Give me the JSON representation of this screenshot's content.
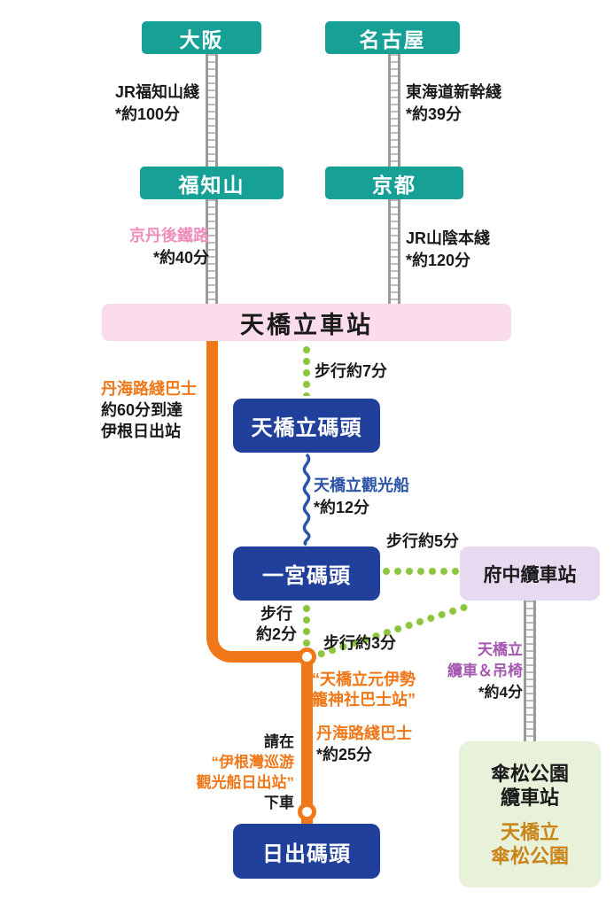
{
  "colors": {
    "teal_station": "#17a096",
    "blue_pier": "#20409c",
    "pink_station_bar": "#fbdcea",
    "purple_ropeway_box": "#e7d9f0",
    "green_park_box": "#e8f1d9",
    "orange_bus_route": "#f07818",
    "green_walk_dots": "#8cc63e",
    "boat_line_blue": "#2b53a8",
    "pink_text": "#ef8dbb",
    "purple_text": "#a558b0",
    "gold_text": "#c9841a",
    "rail_grey": "#9a9a9a"
  },
  "stations": {
    "osaka": "大阪",
    "nagoya": "名古屋",
    "fukuchiyama": "福知山",
    "kyoto": "京都",
    "amanohashidate_station": "天橋立車站",
    "amanohashidate_pier": "天橋立碼頭",
    "ichinomiya_pier": "一宮碼頭",
    "fuchu_ropeway_station": "府中纜車站",
    "hinode_pier": "日出碼頭",
    "kasamatsu_ropeway_station": {
      "line1": "傘松公園",
      "line2": "纜車站"
    },
    "kasamatsu_park": {
      "line1": "天橋立",
      "line2": "傘松公園"
    }
  },
  "legs": {
    "jr_fukuchiyama": {
      "name": "JR福知山綫",
      "duration": "*約100分"
    },
    "shinkansen": {
      "name": "東海道新幹綫",
      "duration": "*約39分"
    },
    "kyotango": {
      "name": "京丹後鐵路",
      "duration": "*約40分"
    },
    "jr_sanin": {
      "name": "JR山陰本綫",
      "duration": "*約120分"
    },
    "walk_station_pier": {
      "label": "步行約7分"
    },
    "tankai_bus_1": {
      "name": "丹海路綫巴士",
      "line2": "約60分到達",
      "line3": "伊根日出站"
    },
    "sightseeing_boat": {
      "name": "天橋立觀光船",
      "duration": "*約12分"
    },
    "walk_pier_ropeway": {
      "label": "步行約5分"
    },
    "walk_pier_busstop": {
      "line1": "步行",
      "line2": "約2分"
    },
    "walk_busstop_ropeway": {
      "label": "步行約3分"
    },
    "bus_stop": {
      "line1": "“天橋立元伊勢",
      "line2": "籠神社巴士站”"
    },
    "ropeway": {
      "line1": "天橋立",
      "line2": "纜車＆吊椅",
      "duration": "*約4分"
    },
    "tankai_bus_2": {
      "name": "丹海路綫巴士",
      "duration": "*約25分"
    },
    "alight_note": {
      "line1": "請在",
      "line2": "“伊根灣巡游",
      "line3": "觀光船日出站”",
      "line4": "下車"
    }
  }
}
